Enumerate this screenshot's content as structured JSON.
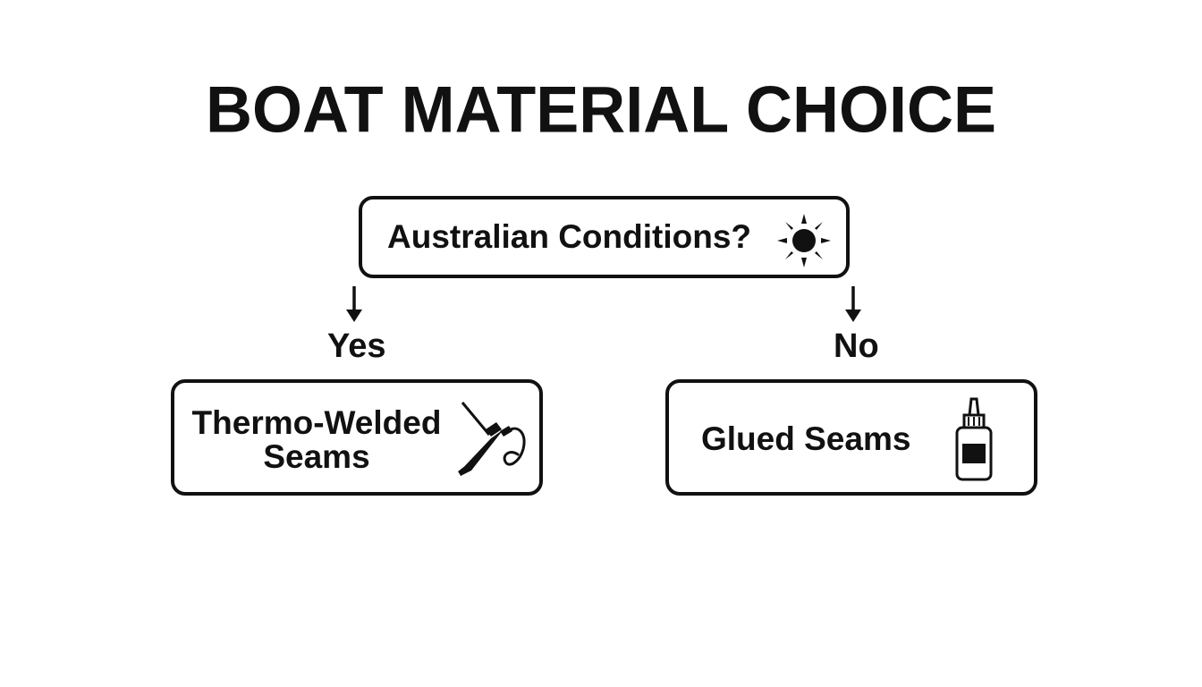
{
  "diagram": {
    "title": "BOAT MATERIAL CHOICE",
    "question": {
      "label": "Australian Conditions?",
      "icon": "sun-icon"
    },
    "branches": [
      {
        "label": "Yes",
        "outcome": "Thermo-Welded Seams",
        "icon": "soldering-iron-icon"
      },
      {
        "label": "No",
        "outcome": "Glued Seams",
        "icon": "glue-bottle-icon"
      }
    ]
  },
  "colors": {
    "ink": "#111111",
    "background": "#ffffff"
  }
}
